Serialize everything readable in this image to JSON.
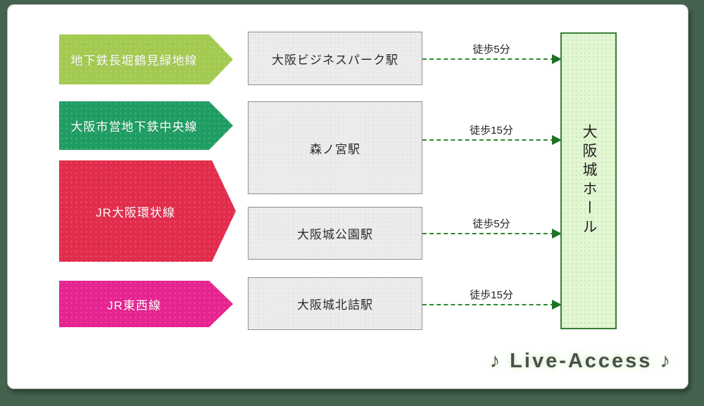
{
  "page": {
    "watermark": "♪ Live-Access ♪",
    "background_color": "#44624e",
    "card_color": "#ffffff"
  },
  "diagram": {
    "lines": [
      {
        "label": "地下鉄長堀鶴見緑地線",
        "color": "#a3ca50"
      },
      {
        "label": "大阪市営地下鉄中央線",
        "color": "#1e9d62"
      },
      {
        "label": "JR大阪環状線",
        "color": "#e22c4c"
      },
      {
        "label": "JR東西線",
        "color": "#e62390"
      }
    ],
    "stations": [
      {
        "label": "大阪ビジネスパーク駅"
      },
      {
        "label": "森ノ宮駅"
      },
      {
        "label": "大阪城公園駅"
      },
      {
        "label": "大阪城北詰駅"
      }
    ],
    "connections": [
      {
        "label": "徒歩5分"
      },
      {
        "label": "徒歩15分"
      },
      {
        "label": "徒歩5分"
      },
      {
        "label": "徒歩15分"
      }
    ],
    "destination": {
      "label": "大阪城ホール",
      "fill": "#e1f6d3",
      "border": "#3c7d35"
    },
    "walk_arrow_color": "#2e8b30",
    "station_fill": "#ececec"
  }
}
